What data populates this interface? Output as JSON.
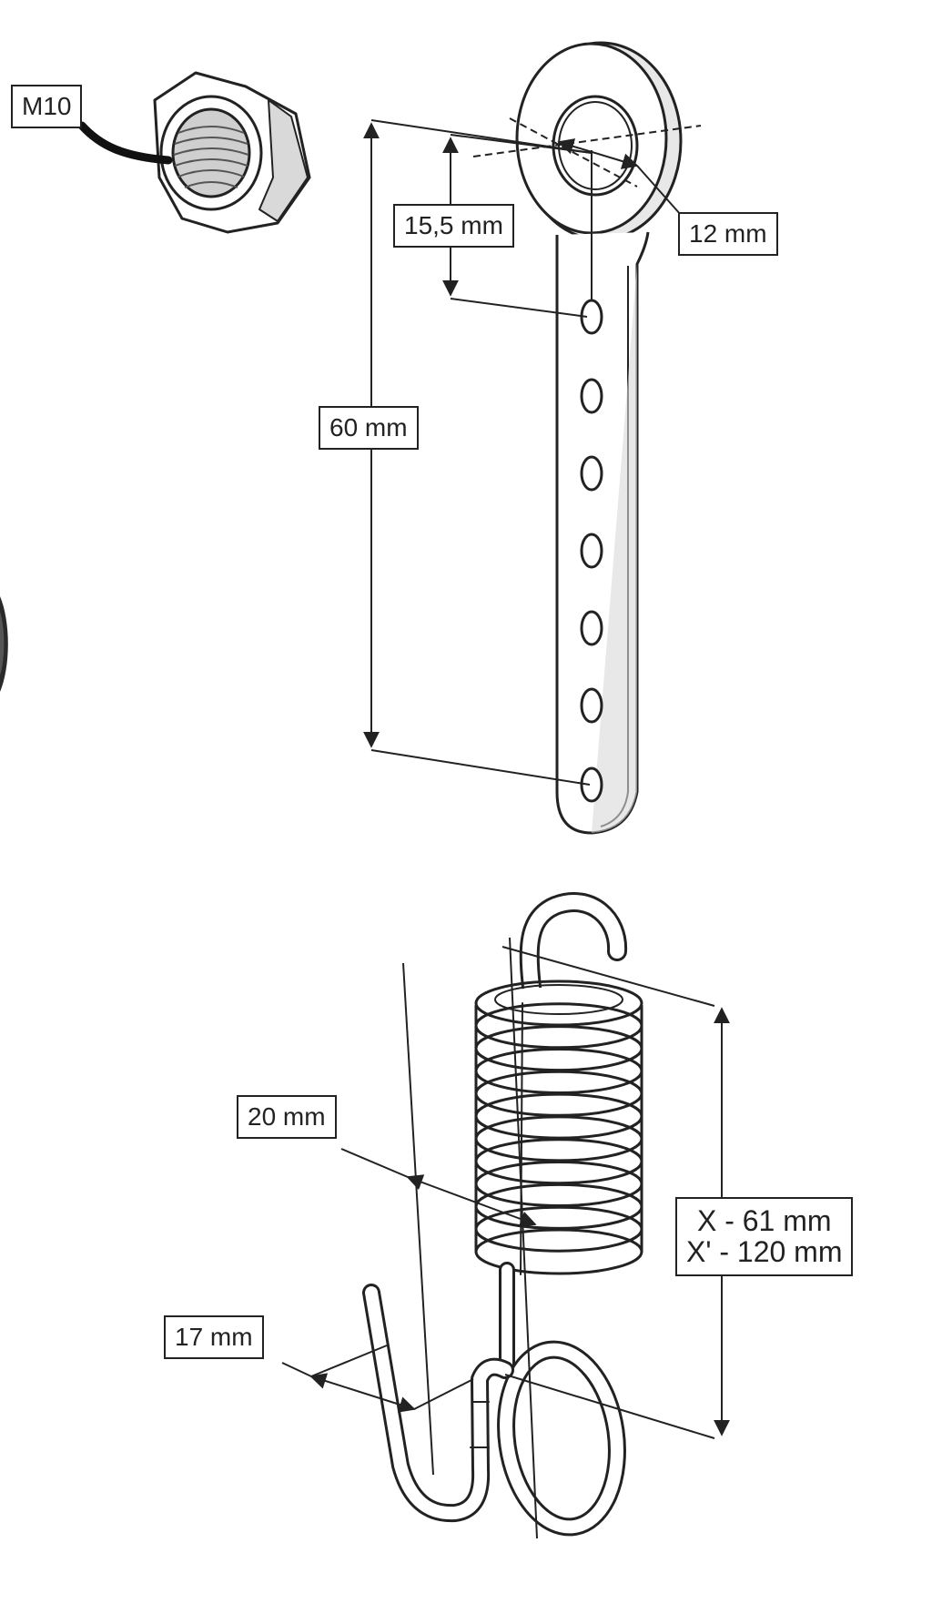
{
  "labels": {
    "nut_size": "M10",
    "hole_offset": "15,5 mm",
    "hole_diameter": "12 mm",
    "bracket_length": "60 mm",
    "spring_diameter": "20 mm",
    "hook_width": "17 mm",
    "spring_length_x": "X - 61 mm",
    "spring_length_x_prime": "X' - 120 mm"
  },
  "colors": {
    "line": "#222222",
    "fill": "#ffffff",
    "shade": "#d9d9d9",
    "dark": "#1a1a1a"
  },
  "icons": {
    "nut": "hex-nut-icon",
    "bracket": "perforated-bracket-icon",
    "spring": "extension-spring-icon"
  }
}
